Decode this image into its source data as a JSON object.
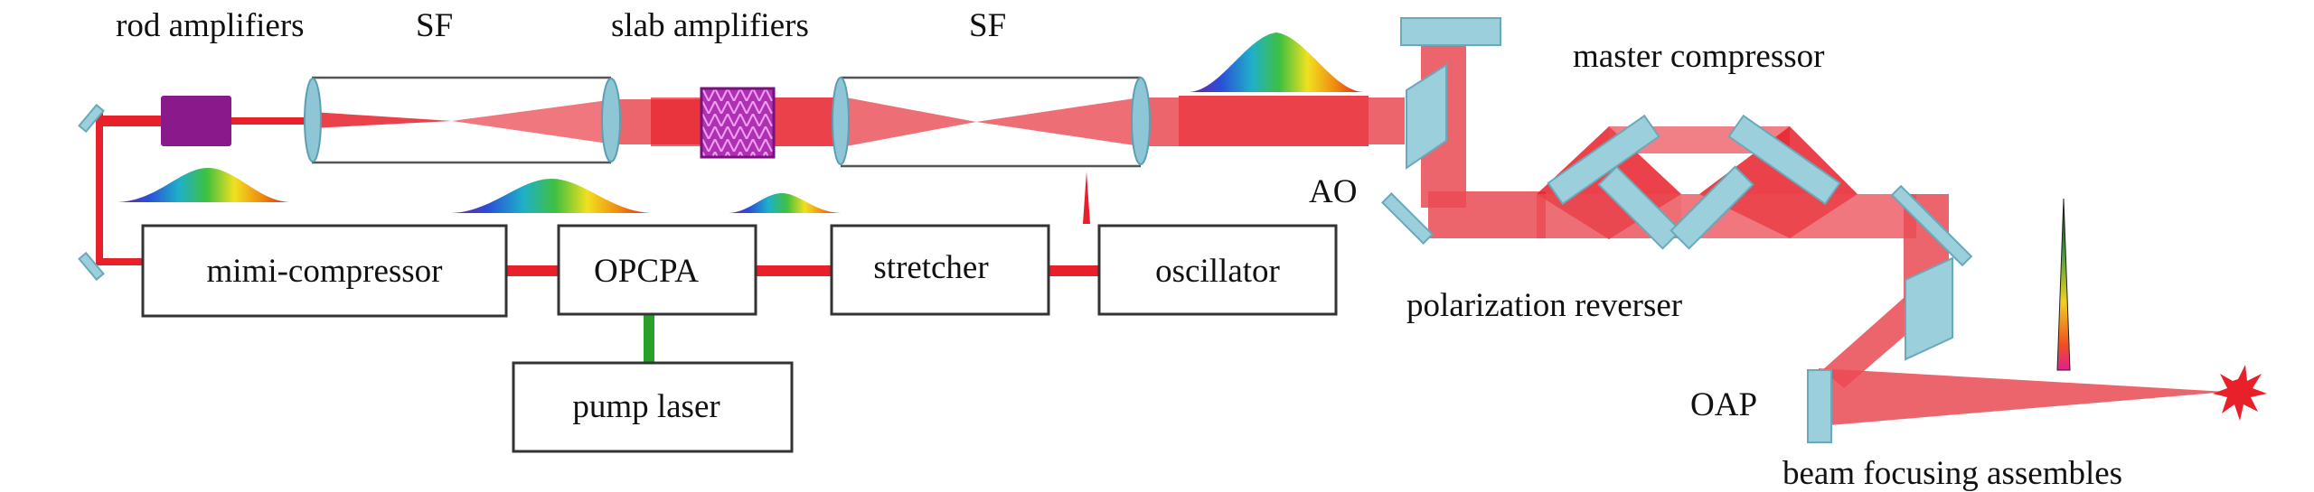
{
  "labels": {
    "rod_amplifiers": "rod amplifiers",
    "sf_1": "SF",
    "slab_amplifiers": "slab amplifiers",
    "sf_2": "SF",
    "master_compressor": "master compressor",
    "ao": "AO",
    "polarization_reverser": "polarization reverser",
    "oap": "OAP",
    "beam_focusing_assembles": "beam focusing assembles"
  },
  "boxes": {
    "mini_compressor": "mimi-compressor",
    "opcpa": "OPCPA",
    "stretcher": "stretcher",
    "oscillator": "oscillator",
    "pump_laser": "pump laser"
  },
  "colors": {
    "beam": "#e8202a",
    "beam_light": "#f07078",
    "optics": "#9ccfdc",
    "rod_amplifier": "#8a1a8c",
    "slab_amplifier": "#b030b4",
    "pump_line": "#2aa02a"
  }
}
